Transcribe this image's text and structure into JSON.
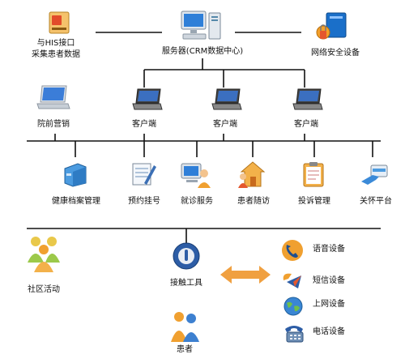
{
  "his": {
    "line1": "与HIS接口",
    "line2": "采集患者数据",
    "icon": "his-card-icon"
  },
  "server": {
    "label": "服务器(CRM数据中心)",
    "icon": "server-computer-icon"
  },
  "security": {
    "label": "网络安全设备",
    "icon": "security-lock-icon"
  },
  "laptops": [
    {
      "label": "院前营销",
      "icon": "laptop-icon"
    },
    {
      "label": "客户端",
      "icon": "laptop-icon"
    },
    {
      "label": "客户端",
      "icon": "laptop-icon"
    },
    {
      "label": "客户端",
      "icon": "laptop-icon"
    }
  ],
  "modules": [
    {
      "label": "健康档案管理",
      "icon": "file-cabinet-icon"
    },
    {
      "label": "预约挂号",
      "icon": "notepad-pen-icon"
    },
    {
      "label": "就诊服务",
      "icon": "doctor-computer-icon"
    },
    {
      "label": "患者随访",
      "icon": "house-person-icon"
    },
    {
      "label": "投诉管理",
      "icon": "clipboard-icon"
    },
    {
      "label": "关怀平台",
      "icon": "hand-card-icon"
    }
  ],
  "community": {
    "label": "社区活动",
    "icon": "people-group-icon"
  },
  "contact_tool": {
    "label": "接触工具",
    "icon": "contact-tool-icon"
  },
  "patient": {
    "label": "患者",
    "icon": "patient-people-icon"
  },
  "devices": [
    {
      "label": "语音设备",
      "icon": "phone-voice-icon"
    },
    {
      "label": "短信设备",
      "icon": "sms-icon"
    },
    {
      "label": "上网设备",
      "icon": "globe-icon"
    },
    {
      "label": "电话设备",
      "icon": "telephone-icon"
    }
  ],
  "colors": {
    "line": "#111111",
    "arrow": "#f0a040"
  }
}
